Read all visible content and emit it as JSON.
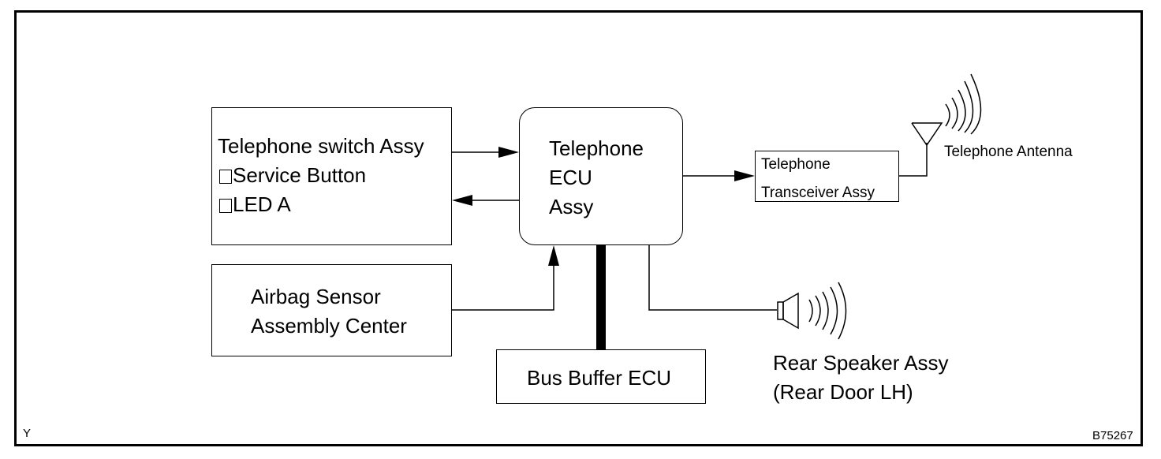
{
  "switch_assy": {
    "title": "Telephone switch Assy",
    "item1": "Service Button",
    "item2": "LED A"
  },
  "ecu": {
    "line1": "Telephone",
    "line2": "ECU",
    "line3": "Assy"
  },
  "airbag": {
    "line1": "Airbag Sensor",
    "line2": "Assembly Center"
  },
  "bus_buffer": {
    "label": "Bus Buffer ECU"
  },
  "transceiver": {
    "line1": "Telephone",
    "line2": "Transceiver Assy"
  },
  "antenna": {
    "label": "Telephone Antenna"
  },
  "speaker": {
    "line1": "Rear Speaker Assy",
    "line2": "(Rear Door LH)"
  },
  "corner_left": "Y",
  "corner_right": "B75267"
}
